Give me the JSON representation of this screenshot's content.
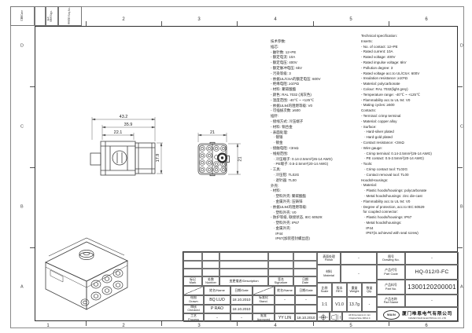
{
  "frame": {
    "grid_numbers": [
      "1",
      "2",
      "3",
      "4",
      "5",
      "6"
    ],
    "grid_letters": [
      "D",
      "C",
      "B",
      "A"
    ],
    "corner_labels": [
      "日期/Date",
      "签名/Sign.",
      "流水号/Seq.No."
    ]
  },
  "drawing": {
    "side_view": {
      "dim_total": "43.2",
      "dim_mid": "35.9",
      "dim_inner": "22.1",
      "dim_height": "17.9"
    },
    "front_view": {
      "dim_width": "21",
      "dim_height": "21"
    }
  },
  "spec_zh": {
    "lines": [
      "技术参数:",
      "插芯:",
      "- 触针数: 12+PE",
      "- 额定电流: 10A",
      "- 额定电压: 400V",
      "- 额定脉冲电压: 6kV",
      "- 污染等级: 3",
      "- 依据UL/CSA的额定电压: 600V",
      "- 绝缘电阻: ≥10⁸Ω",
      "- 材料: 聚碳酸酯",
      "- 颜色: RAL 7032 (浅灰色)",
      "- 温度范围: -40℃ ~ +125℃",
      "- 依据UL94的阻燃等级: V0",
      "- 可插拔次数: ≥500",
      "插针:",
      "- 接线方式: 冷压端子",
      "- 材料: 铜合金",
      "- 表面处理:",
      "   · 镀银",
      "   · 镀金",
      "- 接触电阻: <3mΩ",
      "- 线规范围:",
      "   · 冷压端子: 0.14-2.5mm²(26-14 AWG)",
      "   · PE端子: 0.5-2.5mm²(20-14 AWG)",
      "- 工具:",
      "   · 冷压钳: TL02G",
      "   · 退针器: TL00",
      "外壳:",
      "- 材料:",
      "   · 塑料外壳: 聚碳酸酯",
      "   · 金属外壳: 压铸锌",
      "- 依据UL94的阻燃等级:",
      "   · 塑料外壳: V0",
      "- 防护等级, 联接状态, IEC 60529:",
      "   · 塑料外壳: IP67",
      "   · 金属外壳:",
      "     IP44",
      "     IP67(加装密封螺丝后)"
    ]
  },
  "spec_en": {
    "lines": [
      "Technical specification:",
      "Inserts:",
      "- No. of contact: 12+PE",
      "- Rated current: 10A",
      "- Rated voltage: 400V",
      "- Rated impulse voltage: 6kV",
      "- Pollution degree: 3",
      "- Rated voltage acc.to UL/CSA: 600V",
      "- Insulation resistance: ≥10⁸Ω",
      "- Material: polycarbonate",
      "- Colour: RAL 7032(light grey)",
      "- Temperature range: -40℃ ~ +125℃",
      "- Flammability acc.to UL 94: V0",
      "- Mating cycles: ≥500",
      "Contacts:",
      "- Terminal: crimp terminal",
      "- Material: copper alloy",
      "- Surface:",
      "   · Hard-silver plated",
      "   · Hard-gold plated",
      "- Contact resistance: <3mΩ",
      "- Wire gauge:",
      "   · Crimp terminal: 0.14-2.5mm²(26-14 AWG)",
      "   · PE contact: 0.5-2.5mm²(20-14 AWG)",
      "- Tools:",
      "   · Crimp contact tool: TL02G",
      "   · Contact removal tool: TL00",
      "Hoods/Housings:",
      "- Material:",
      "   · Plastic hoods/housings: polycarbonate",
      "   · Metal hoods/housings: zinc die-cast",
      "- Flammability acc.to UL 94: V0",
      "- Degree of protection, acc.to IEC 60529",
      "  for coupled connector:",
      "   · Plastic hoods/housings: IP67",
      "   · Metal hoods/housings:",
      "     IP44",
      "     IP67(is achieved with seal screw)"
    ]
  },
  "title_block": {
    "rev_header": {
      "mark_zh": "标记",
      "mark_en": "Mark",
      "number_zh": "处数",
      "number_en": "Number",
      "description": "变更描述/Description",
      "signature_zh": "签名",
      "signature_en": "Signature",
      "date_zh": "日期",
      "date_en": "Date"
    },
    "name_header": {
      "name": "姓名/Name",
      "date": "日期/Date"
    },
    "roles": {
      "drawn_zh": "绘图",
      "drawn_en": "Drawn",
      "checked_zh": "审核",
      "checked_en": "Checked",
      "process_zh": "工艺",
      "process_en": "Process",
      "stand_zh": "标准化",
      "stand_en": "Stand.",
      "approved_zh": "批准",
      "approved_en": "Approved"
    },
    "entries": {
      "drawn_name": "BQ LUO",
      "drawn_date": "18.10.2010",
      "checked_name": "P RAO",
      "checked_date": "18.10.2010",
      "process_name": "-",
      "process_date": "-",
      "stand_name": "-",
      "stand_date": "-",
      "approved_name": "YY LIN",
      "approved_date": "18.10.2010"
    },
    "fields": {
      "finish_zh": "表面处理",
      "finish_en": "Finish",
      "finish_val": "-",
      "material_zh": "材料",
      "material_en": "Material",
      "material_val": "-",
      "scale_zh": "比例",
      "scale_en": "Scale",
      "scale_val": "1:1",
      "rev_zh": "版本",
      "rev_en": "REV.",
      "rev_val": "V1.0",
      "weight_zh": "重量",
      "weight_en": "Weight",
      "weight_val": "13.7g",
      "qty_zh": "数量",
      "qty_en": "Qty.",
      "qty_val": "-",
      "drawing_no_zh": "图号",
      "drawing_no_en": "Drawing No.",
      "drawing_no_val": "-",
      "part_code_zh": "产品代号",
      "part_code_en": "Part Code",
      "part_code_val": "HQ-012/0-FC",
      "part_no_zh": "产品料号",
      "part_no_en": "Part No.",
      "part_no_val": "1300120200001",
      "part_name_zh": "产品名称",
      "part_name_en": "Part Name",
      "part_name_val": "-"
    },
    "notes": {
      "dims_line1": "All Dimensions in mm",
      "dims_line2": "Original Size DIN A 4"
    },
    "company": {
      "logo": "WAIN",
      "name_zh": "厦门唯恩电气有限公司",
      "name_en": "XIAMEN WAIN ELECTRICAL CO.,LTD"
    }
  }
}
